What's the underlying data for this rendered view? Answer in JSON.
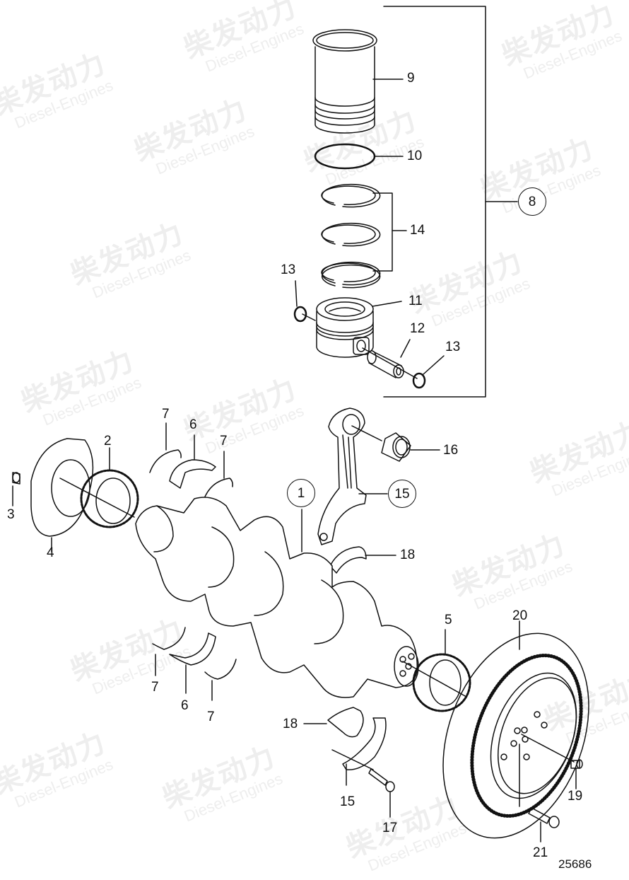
{
  "diagram": {
    "type": "exploded-parts-diagram",
    "subject": "Crankshaft, connecting rod and piston assembly",
    "drawing_number": "25686",
    "watermark": {
      "text_cn": "柴发动力",
      "text_en": "Diesel-Engines",
      "color": "#eeeeee"
    },
    "line_color": "#111111",
    "labels": [
      {
        "id": "1",
        "circled": true,
        "part": "crankshaft"
      },
      {
        "id": "2",
        "circled": false,
        "part": "crankshaft-gear"
      },
      {
        "id": "3",
        "circled": false,
        "part": "pin"
      },
      {
        "id": "4",
        "circled": false,
        "part": "front-seal-ring"
      },
      {
        "id": "5",
        "circled": false,
        "part": "rear-gear"
      },
      {
        "id": "6",
        "circled": false,
        "part": "main-bearing-shell"
      },
      {
        "id": "7",
        "circled": false,
        "part": "thrust-washer"
      },
      {
        "id": "8",
        "circled": true,
        "part": "cylinder-kit"
      },
      {
        "id": "9",
        "circled": false,
        "part": "cylinder-liner"
      },
      {
        "id": "10",
        "circled": false,
        "part": "o-ring"
      },
      {
        "id": "11",
        "circled": false,
        "part": "piston"
      },
      {
        "id": "12",
        "circled": false,
        "part": "piston-pin"
      },
      {
        "id": "13",
        "circled": false,
        "part": "circlip"
      },
      {
        "id": "14",
        "circled": false,
        "part": "piston-rings"
      },
      {
        "id": "15",
        "circled": true,
        "part": "connecting-rod"
      },
      {
        "id": "16",
        "circled": false,
        "part": "small-end-bushing"
      },
      {
        "id": "17",
        "circled": false,
        "part": "rod-bolt"
      },
      {
        "id": "18",
        "circled": false,
        "part": "big-end-bearing-shell"
      },
      {
        "id": "19",
        "circled": false,
        "part": "dowel-pin"
      },
      {
        "id": "20",
        "circled": false,
        "part": "vibration-damper"
      },
      {
        "id": "21",
        "circled": false,
        "part": "damper-bolt"
      }
    ],
    "callouts": {
      "c1": "1",
      "c2": "2",
      "c3": "3",
      "c4": "4",
      "c5": "5",
      "c6a": "6",
      "c6b": "6",
      "c7a": "7",
      "c7b": "7",
      "c7c": "7",
      "c7d": "7",
      "c8": "8",
      "c9": "9",
      "c10": "10",
      "c11": "11",
      "c12": "12",
      "c13a": "13",
      "c13b": "13",
      "c14": "14",
      "c15a": "15",
      "c15b": "15",
      "c16": "16",
      "c17": "17",
      "c18a": "18",
      "c18b": "18",
      "c19": "19",
      "c20": "20",
      "c21": "21"
    }
  }
}
